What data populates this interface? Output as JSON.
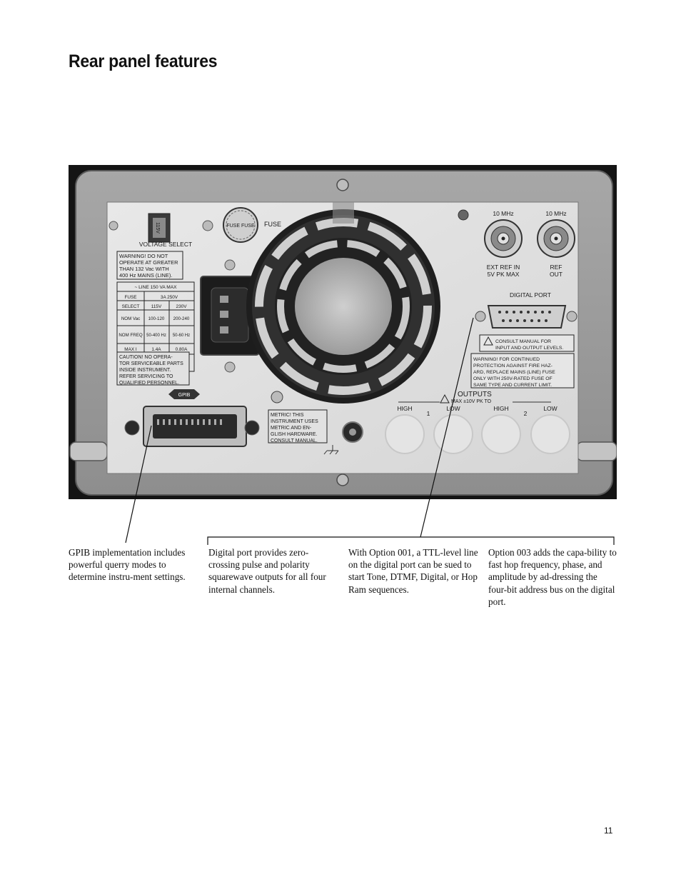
{
  "page": {
    "title": "Rear panel features",
    "page_number": "11"
  },
  "panel": {
    "voltage_switch": "115V",
    "voltage_select": "VOLTAGE SELECT",
    "fuse_label": "FUSE",
    "fuse_cap_text": "FUSE FUSE",
    "warning_lines": [
      "WARNING! DO NOT",
      "OPERATE AT GREATER",
      "THAN 132 Vac WITH",
      "400 Hz MAINS (LINE)."
    ],
    "line_rating": "~ LINE 150 VA MAX",
    "spec_table": [
      [
        "FUSE",
        "3A 250V",
        ""
      ],
      [
        "SELECT",
        "115V",
        "230V"
      ],
      [
        "NOM Vac",
        "100-120",
        "200-240"
      ],
      [
        "NOM FREQ",
        "50-400 Hz",
        "50-60 Hz"
      ],
      [
        "MAX I",
        "1.4A",
        "0.80A"
      ]
    ],
    "caution_lines": [
      "CAUTION! NO OPERA-",
      "TOR SERVICEABLE PARTS",
      "INSIDE INSTRUMENT.",
      "REFER SERVICING TO",
      "QUALIFIED PERSONNEL."
    ],
    "gpib_label": "GPIB",
    "metric_lines": [
      "METRIC! THIS",
      "INSTRUMENT USES",
      "METRIC AND EN-",
      "GLISH HARDWARE.",
      "CONSULT MANUAL."
    ],
    "ref_in_freq": "10 MHz",
    "ref_out_freq": "10 MHz",
    "ref_in_lines": [
      "EXT REF IN",
      "5V PK MAX"
    ],
    "ref_out_lines": [
      "REF",
      "OUT"
    ],
    "digital_port": "DIGITAL PORT",
    "consult_lines": [
      "CONSULT MANUAL FOR",
      "INPUT AND OUTPUT LEVELS."
    ],
    "fire_lines": [
      "WARNING! FOR CONTINUED",
      "PROTECTION AGAINST FIRE HAZ-",
      "ARD, REPLACE MAINS (LINE) FUSE",
      "ONLY WITH 250V-RATED FUSE OF",
      "SAME TYPE AND CURRENT LIMIT."
    ],
    "outputs_title": "OUTPUTS",
    "outputs_max": "MAX ±10V PK TO",
    "out_high": "HIGH",
    "out_low": "LOW",
    "ch1": "1",
    "ch2": "2"
  },
  "captions": [
    "GPIB implementation includes powerful querry modes to determine instru-ment settings.",
    "Digital port provides zero-crossing pulse and polarity squarewave outputs for all four internal channels.",
    "With Option 001, a TTL-level line on the digital port can be sued to start Tone, DTMF, Digital, or Hop Ram sequences.",
    "Option 003 adds the capa-bility to fast hop frequency, phase, and amplitude by ad-dressing the four-bit address bus on the digital port."
  ]
}
